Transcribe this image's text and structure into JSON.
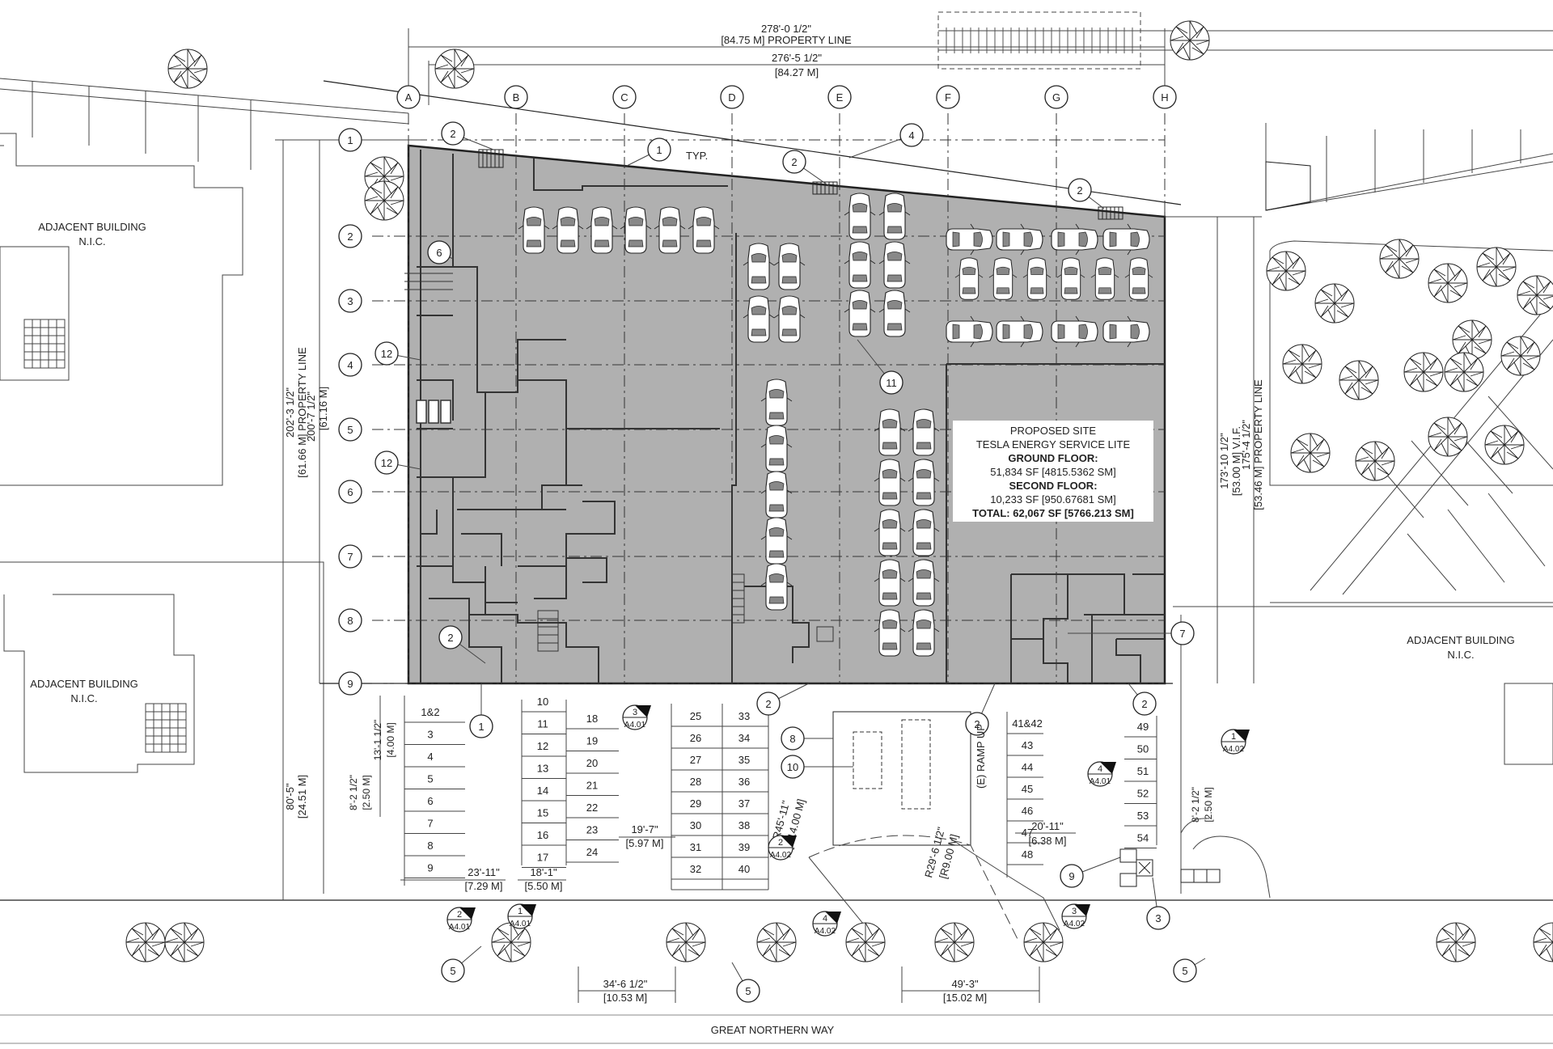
{
  "dimensions": {
    "top_property_line": "278'-0 1/2\"",
    "top_property_line_metric": "[84.75 M] PROPERTY LINE",
    "top_inner": "276'-5 1/2\"",
    "top_inner_metric": "[84.27 M]",
    "left_property_line": "202'-3 1/2\"",
    "left_property_line_metric": "[61.66 M] PROPERTY LINE",
    "left_inner": "200'-7 1/2\"",
    "left_inner_metric": "[61.16 M]",
    "right_vif": "173'-10 1/2\"",
    "right_vif_metric": "[53.00 M] V.I.F.",
    "right_property_line": "175'-4 1/2\"",
    "right_property_line_metric": "[53.46 M] PROPERTY LINE",
    "bottom_left": "80'-5\"",
    "bottom_left_metric": "[24.51 M]",
    "stall_13": "13'-1 1/2\"",
    "stall_13_metric": "[4.00 M]",
    "stall_8": "8'-2 1/2\"",
    "stall_8_metric": "[2.50 M]",
    "aisle_23": "23'-11\"",
    "aisle_23_metric": "[7.29 M]",
    "aisle_18": "18'-1\"",
    "aisle_18_metric": "[5.50 M]",
    "aisle_19": "19'-7\"",
    "aisle_19_metric": "[5.97 M]",
    "radius_45": "R45'-11\"",
    "radius_45_metric": "[R14.00 M]",
    "radius_29": "R29'-6 1/2\"",
    "radius_29_metric": "[R9.00 M]",
    "aisle_20": "20'-11\"",
    "aisle_20_metric": "[6.38 M]",
    "right_8": "8'-2 1/2\"",
    "right_8_metric": "[2.50 M]",
    "street_34": "34'-6 1/2\"",
    "street_34_metric": "[10.53 M]",
    "street_49": "49'-3\"",
    "street_49_metric": "[15.02 M]"
  },
  "labels": {
    "adjacent_building": "ADJACENT BUILDING",
    "nic": "N.I.C.",
    "street": "GREAT NORTHERN WAY",
    "ramp": "(E) RAMP UP",
    "typ": "TYP."
  },
  "site_info": {
    "line1": "PROPOSED SITE",
    "line2": "TESLA ENERGY SERVICE LITE",
    "ground_floor": "GROUND FLOOR:",
    "ground_value": "51,834 SF [4815.5362 SM]",
    "second_floor": "SECOND FLOOR:",
    "second_value": "10,233 SF [950.67681 SM]",
    "total": "TOTAL: 62,067 SF [5766.213 SM]"
  },
  "grid_letters": [
    "A",
    "B",
    "C",
    "D",
    "E",
    "F",
    "G",
    "H"
  ],
  "grid_numbers": [
    "1",
    "2",
    "3",
    "4",
    "5",
    "6",
    "7",
    "8",
    "9"
  ],
  "keynotes": {
    "k1": "1",
    "k2": "2",
    "k3": "3",
    "k4": "4",
    "k5": "5",
    "k6": "6",
    "k7": "7",
    "k8": "8",
    "k9": "9",
    "k10": "10",
    "k11": "11",
    "k12": "12"
  },
  "section_markers": [
    {
      "num": "3",
      "sheet": "A4.01"
    },
    {
      "num": "1",
      "sheet": "A4.02"
    },
    {
      "num": "4",
      "sheet": "A4.01"
    },
    {
      "num": "2",
      "sheet": "A4.02"
    },
    {
      "num": "2",
      "sheet": "A4.01"
    },
    {
      "num": "1",
      "sheet": "A4.01"
    },
    {
      "num": "4",
      "sheet": "A4.02"
    },
    {
      "num": "3",
      "sheet": "A4.02"
    }
  ],
  "parking": {
    "left_col": [
      "1&2",
      "3",
      "4",
      "5",
      "6",
      "7",
      "8",
      "9"
    ],
    "col_b": [
      "10",
      "11",
      "12",
      "13",
      "14",
      "15",
      "16",
      "17"
    ],
    "col_c": [
      "18",
      "19",
      "20",
      "21",
      "22",
      "23",
      "24"
    ],
    "col_d": [
      "25",
      "26",
      "27",
      "28",
      "29",
      "30",
      "31",
      "32"
    ],
    "col_e": [
      "33",
      "34",
      "35",
      "36",
      "37",
      "38",
      "39",
      "40"
    ],
    "col_f": [
      "41&42",
      "43",
      "44",
      "45",
      "46",
      "47",
      "48"
    ],
    "col_g": [
      "49",
      "50",
      "51",
      "52",
      "53",
      "54"
    ]
  },
  "colors": {
    "building_fill": "#b0b0b0",
    "line": "#222222",
    "background": "#ffffff"
  }
}
